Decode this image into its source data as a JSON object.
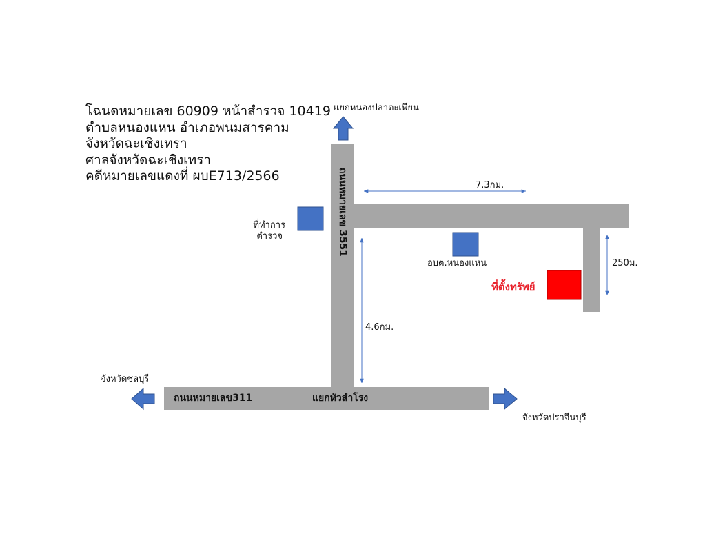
{
  "info": {
    "line1": "โฉนดหมายเลข 60909 หน้าสำรวจ 10419",
    "line2": "ตำบลหนองแหน อำเภอพนมสารคาม",
    "line3": "จังหวัดฉะเชิงเทรา",
    "line4": "ศาลจังหวัดฉะเชิงเทรา",
    "line5": "คดีหมายเลขแดงที่ ผบE713/2566"
  },
  "roads": {
    "main_road": "ถนนหมายเลข311",
    "junction": "แยกหัวสำโรง",
    "vertical_road": "ถนนหมายเลข 3551"
  },
  "directions": {
    "north": "แยกหนองปลาตะเพียน",
    "west": "จังหวัดชลบุรี",
    "east": "จังหวัดปราจีนบุรี"
  },
  "places": {
    "police_line1": "ที่ทำการ",
    "police_line2": "ตำรวจ",
    "sao": "อบต.หนองแหน",
    "property": "ที่ตั้งทรัพย์"
  },
  "distances": {
    "d1": "7.3กม.",
    "d2": "4.6กม.",
    "d3": "250ม."
  },
  "colors": {
    "road": "#a6a6a6",
    "arrow_fill": "#4472c4",
    "arrow_stroke": "#2f528f",
    "building_fill": "#4472c4",
    "property_fill": "#ff0000",
    "property_label": "#e8202a",
    "dimension_line": "#4472c4"
  }
}
